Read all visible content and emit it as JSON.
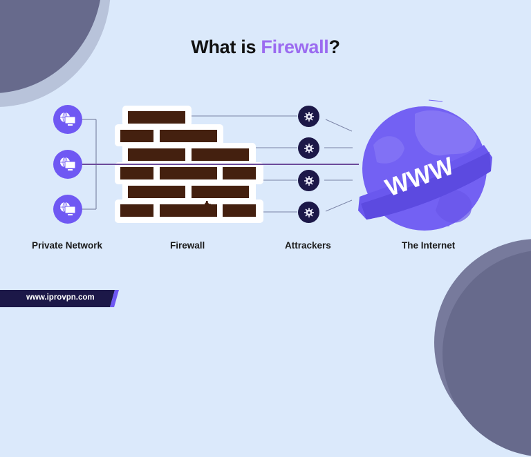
{
  "title": {
    "prefix": "What is ",
    "accent": "Firewall",
    "suffix": "?"
  },
  "labels": {
    "private_network": "Private Network",
    "firewall": "Firewall",
    "attackers": "Attrackers",
    "internet": "The Internet"
  },
  "globe": {
    "text": "WWW"
  },
  "footer": {
    "url": "www.iprovpn.com"
  },
  "colors": {
    "background": "#dbe9fb",
    "accent": "#9b6bf0",
    "network_node": "#6f58f3",
    "attacker_node": "#1c1848",
    "brick": "#44200f",
    "globe": "#7361f3",
    "corner": "#676a8c",
    "footer_bg": "#1c1848"
  },
  "private_network_nodes": [
    {
      "icon": "globe-monitor-icon"
    },
    {
      "icon": "globe-monitor-icon"
    },
    {
      "icon": "globe-monitor-icon"
    }
  ],
  "attacker_nodes": [
    {
      "icon": "virus-icon"
    },
    {
      "icon": "virus-icon"
    },
    {
      "icon": "virus-icon"
    },
    {
      "icon": "virus-icon"
    }
  ]
}
